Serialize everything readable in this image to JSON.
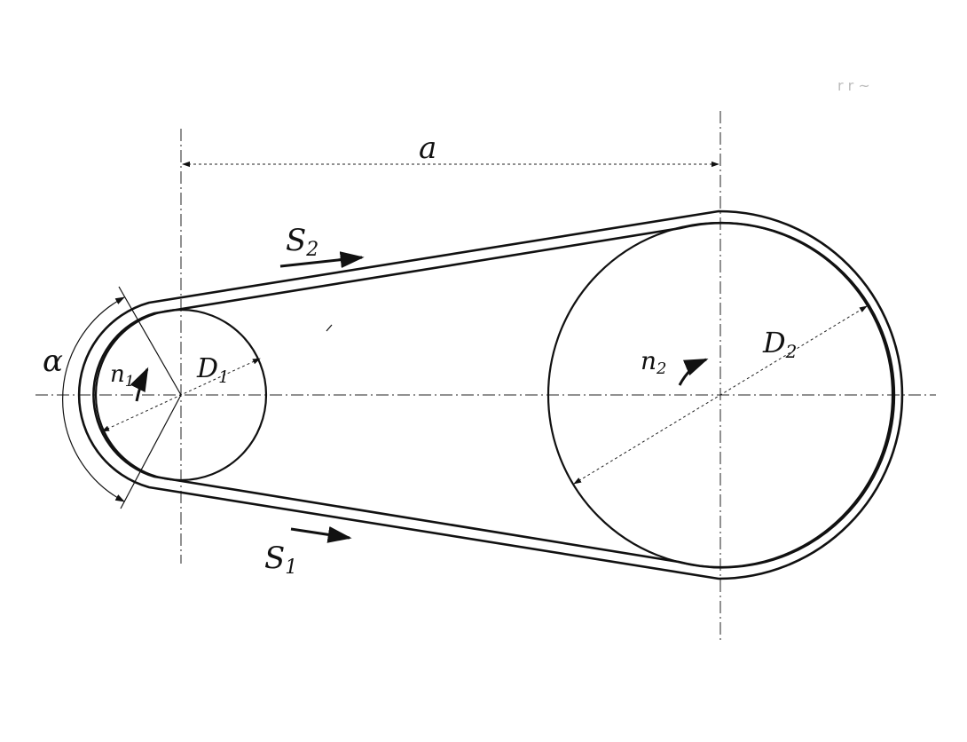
{
  "labels": {
    "center_distance": "a",
    "tight_side": "S",
    "tight_side_sub": "2",
    "slack_side": "S",
    "slack_side_sub": "1",
    "small_diameter": "D",
    "small_diameter_sub": "1",
    "large_diameter": "D",
    "large_diameter_sub": "2",
    "small_speed": "n",
    "small_speed_sub": "1",
    "large_speed": "n",
    "large_speed_sub": "2",
    "wrap_angle": "α"
  },
  "colors": {
    "ink": "#111111",
    "paper": "#ffffff"
  }
}
